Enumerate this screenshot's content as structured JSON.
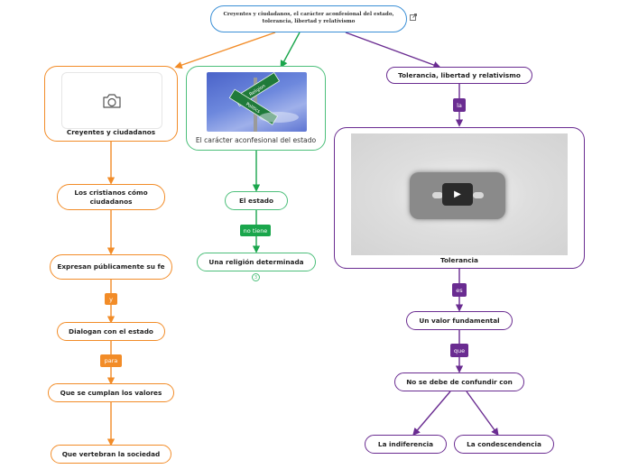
{
  "root": {
    "title": "Creyentes y ciudadanos, el carácter aconfesional del estado, tolerancia, libertad y relativismo",
    "external_link_icon": "external-link-icon"
  },
  "branches": {
    "orange": {
      "color": "#f28c28",
      "card_title": "Creyentes y ciudadanos",
      "card_icon": "camera-icon",
      "nodes": [
        "Los cristianos cómo ciudadanos",
        "Expresan públicamente su fe",
        "Dialogan con el estado",
        "Que se cumplan los valores",
        "Que vertebran la sociedad"
      ],
      "link_labels": {
        "y": "y",
        "para": "para"
      }
    },
    "green": {
      "color": "#4cbf7a",
      "card_title": "El carácter aconfesional del estado",
      "card_image": "street-sign-image",
      "sign_texts": [
        "Religion",
        "Politics"
      ],
      "nodes": [
        "El estado",
        "Una religión determinada"
      ],
      "link_labels": {
        "no_tiene": "no tiene"
      },
      "collapse_count": "3"
    },
    "purple": {
      "color": "#6a2c91",
      "top_node": "Tolerancia, libertad y relativismo",
      "card_title": "Tolerancia",
      "card_media": "video-play-icon",
      "nodes": [
        "Un valor fundamental",
        "No se debe de confundir con",
        "La indiferencia",
        "La condescendencia"
      ],
      "link_labels": {
        "la": "la",
        "es": "es",
        "que": "que"
      }
    }
  }
}
